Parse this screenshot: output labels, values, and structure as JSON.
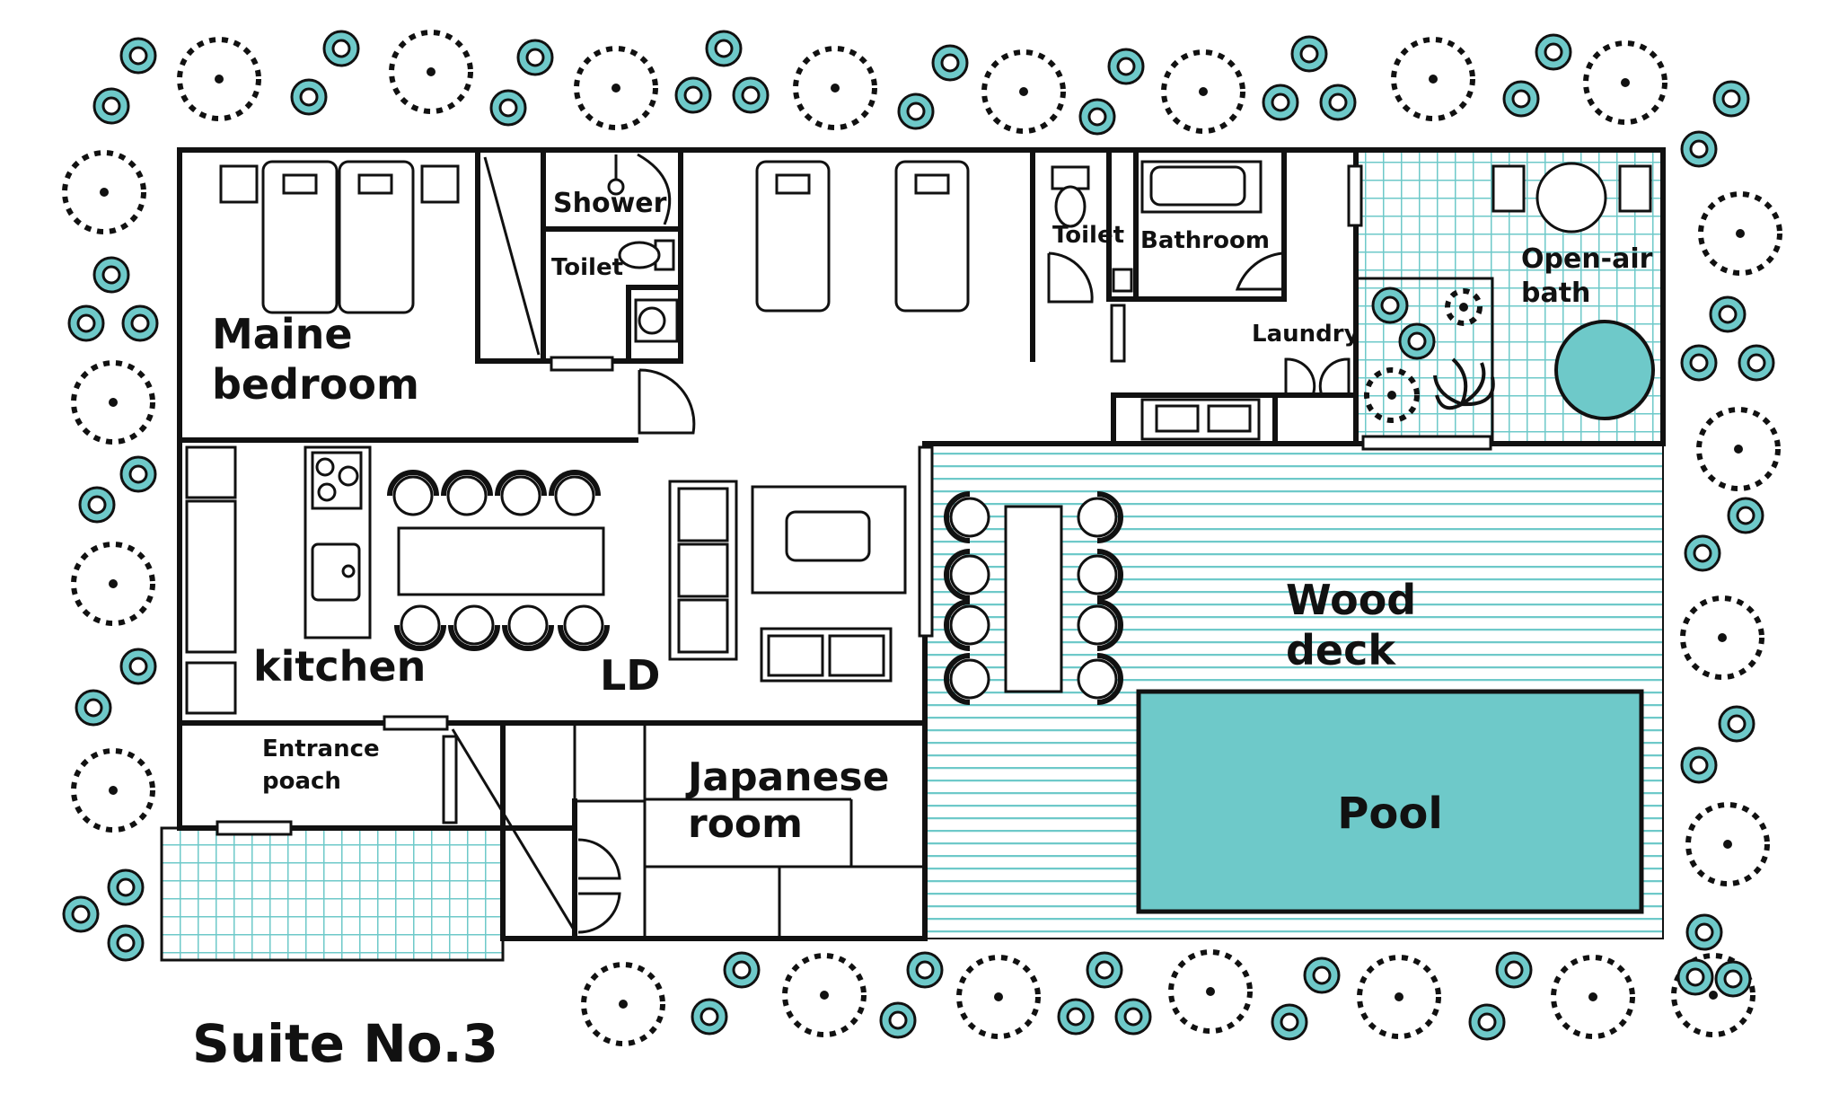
{
  "title": "Suite No.3",
  "rooms": {
    "main_bedroom": [
      "Maine",
      "bedroom"
    ],
    "shower": "Shower",
    "toilet_left": "Toilet",
    "toilet_right": "Toilet",
    "bathroom": "Bathroom",
    "laundry": "Laundry",
    "open_air_bath": [
      "Open-air",
      "bath"
    ],
    "kitchen": "kitchen",
    "ld": "LD",
    "wood_deck": [
      "Wood",
      "deck"
    ],
    "entrance": [
      "Entrance",
      "poach"
    ],
    "japanese_room": [
      "Japanese",
      "room"
    ],
    "pool": "Pool"
  },
  "colors": {
    "accent": "#6ec9c9",
    "wall": "#111111",
    "background": "#ffffff"
  },
  "icons": {
    "tree": "tree-icon",
    "shrub": "shrub-icon",
    "bed": "bed-icon",
    "chair": "chair-icon",
    "door": "door-icon"
  }
}
